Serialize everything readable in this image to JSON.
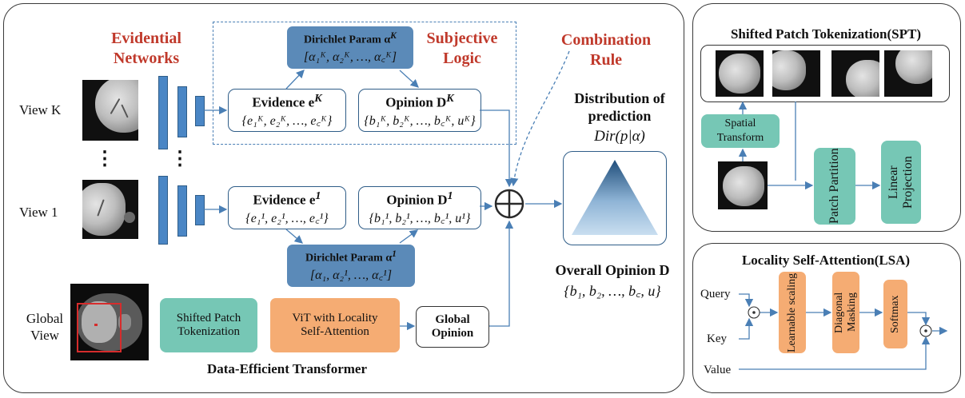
{
  "left": {
    "evidential_networks": "Evidential Networks",
    "subjective_logic": "Subjective Logic",
    "combination_rule": "Combination Rule",
    "view_k": "View K",
    "view_1": "View 1",
    "global_view": "Global View",
    "ellipsis": "⋮",
    "dirichlet_k_title": "Dirichlet Param α",
    "dirichlet_k_sup": "K",
    "dirichlet_k_formula": "[α₁ᴷ, α₂ᴷ, …, α꜀ᴷ]",
    "evidence_k_title": "Evidence e",
    "evidence_k_sup": "K",
    "evidence_k_formula": "{e₁ᴷ, e₂ᴷ, …, e꜀ᴷ}",
    "opinion_k_title": "Opinion D",
    "opinion_k_sup": "K",
    "opinion_k_formula": "{b₁ᴷ, b₂ᴷ, …, b꜀ᴷ, uᴷ}",
    "evidence_1_title": "Evidence e",
    "evidence_1_sup": "1",
    "evidence_1_formula": "{e₁¹, e₂¹, …, e꜀¹}",
    "opinion_1_title": "Opinion D",
    "opinion_1_sup": "1",
    "opinion_1_formula": "{b₁¹, b₂¹, …, b꜀¹, u¹}",
    "dirichlet_1_title": "Dirichlet Param α",
    "dirichlet_1_sup": "1",
    "dirichlet_1_formula": "[α₁, α₂¹, …, α꜀¹]",
    "distribution_title": "Distribution of prediction",
    "distribution_formula": "Dir(p|α)",
    "overall_opinion_title": "Overall Opinion D",
    "overall_opinion_formula": "{b₁, b₂, …, b꜀, u}",
    "spt_box": "Shifted Patch Tokenization",
    "vit_box": "ViT with Locality Self-Attention",
    "global_opinion": "Global Opinion",
    "det_caption": "Data-Efficient Transformer",
    "combine_symbol": "⊕"
  },
  "spt": {
    "title": "Shifted Patch Tokenization(SPT)",
    "spatial_transform": "Spatial Transform",
    "patch_partition": "Patch Partition",
    "linear_projection": "Linear Projection"
  },
  "lsa": {
    "title": "Locality Self-Attention(LSA)",
    "query": "Query",
    "key": "Key",
    "value": "Value",
    "learnable_scaling": "Learnable scaling",
    "diagonal_masking": "Diagonal Masking",
    "softmax": "Softmax"
  },
  "colors": {
    "evidential_blue": "#4a86c5",
    "dirichlet_blue": "#5b8ab8",
    "teal": "#76c7b5",
    "orange": "#f5ac73",
    "red_heading": "#c0392b",
    "arrow": "#4a7fb5"
  }
}
